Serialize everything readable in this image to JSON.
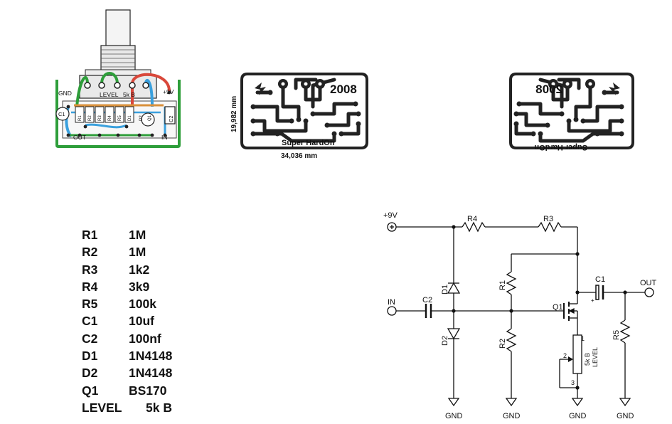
{
  "layout_board": {
    "gnd": "GND",
    "level": "LEVEL",
    "level_value": "5k B",
    "plus9v": "+9V",
    "c1": "C1",
    "c2": "C2",
    "out": "OUT",
    "in": "IN",
    "part_labels": [
      "R1",
      "R2",
      "R3",
      "R4",
      "R5",
      "D1",
      "D2",
      "Q1"
    ]
  },
  "pcb_front": {
    "year": "2008",
    "name": "Super HardOn",
    "height_dim": "19,982 mm",
    "width_dim": "34,036 mm"
  },
  "pcb_mirror": {
    "year": "2008",
    "name": "Super HardOn"
  },
  "bom": [
    {
      "ref": "R1",
      "value": "1M"
    },
    {
      "ref": "R2",
      "value": "1M"
    },
    {
      "ref": "R3",
      "value": "1k2"
    },
    {
      "ref": "R4",
      "value": "3k9"
    },
    {
      "ref": "R5",
      "value": "100k"
    },
    {
      "ref": "C1",
      "value": "10uf"
    },
    {
      "ref": "C2",
      "value": "100nf"
    },
    {
      "ref": "D1",
      "value": "1N4148"
    },
    {
      "ref": "D2",
      "value": "1N4148"
    },
    {
      "ref": "Q1",
      "value": "BS170"
    },
    {
      "ref": "LEVEL",
      "value": "5k B"
    }
  ],
  "schematic": {
    "supply": "+9V",
    "input": "IN",
    "output": "OUT",
    "gnd": "GND",
    "r1": "R1",
    "r2": "R2",
    "r3": "R3",
    "r4": "R4",
    "r5": "R5",
    "c1": "C1",
    "c2": "C2",
    "c1_polarity": "+",
    "d1": "D1",
    "d2": "D2",
    "q1": "Q1",
    "pot_value": "5k B",
    "pot_name": "LEVEL",
    "pin1": "1",
    "pin2": "2",
    "pin3": "3"
  }
}
